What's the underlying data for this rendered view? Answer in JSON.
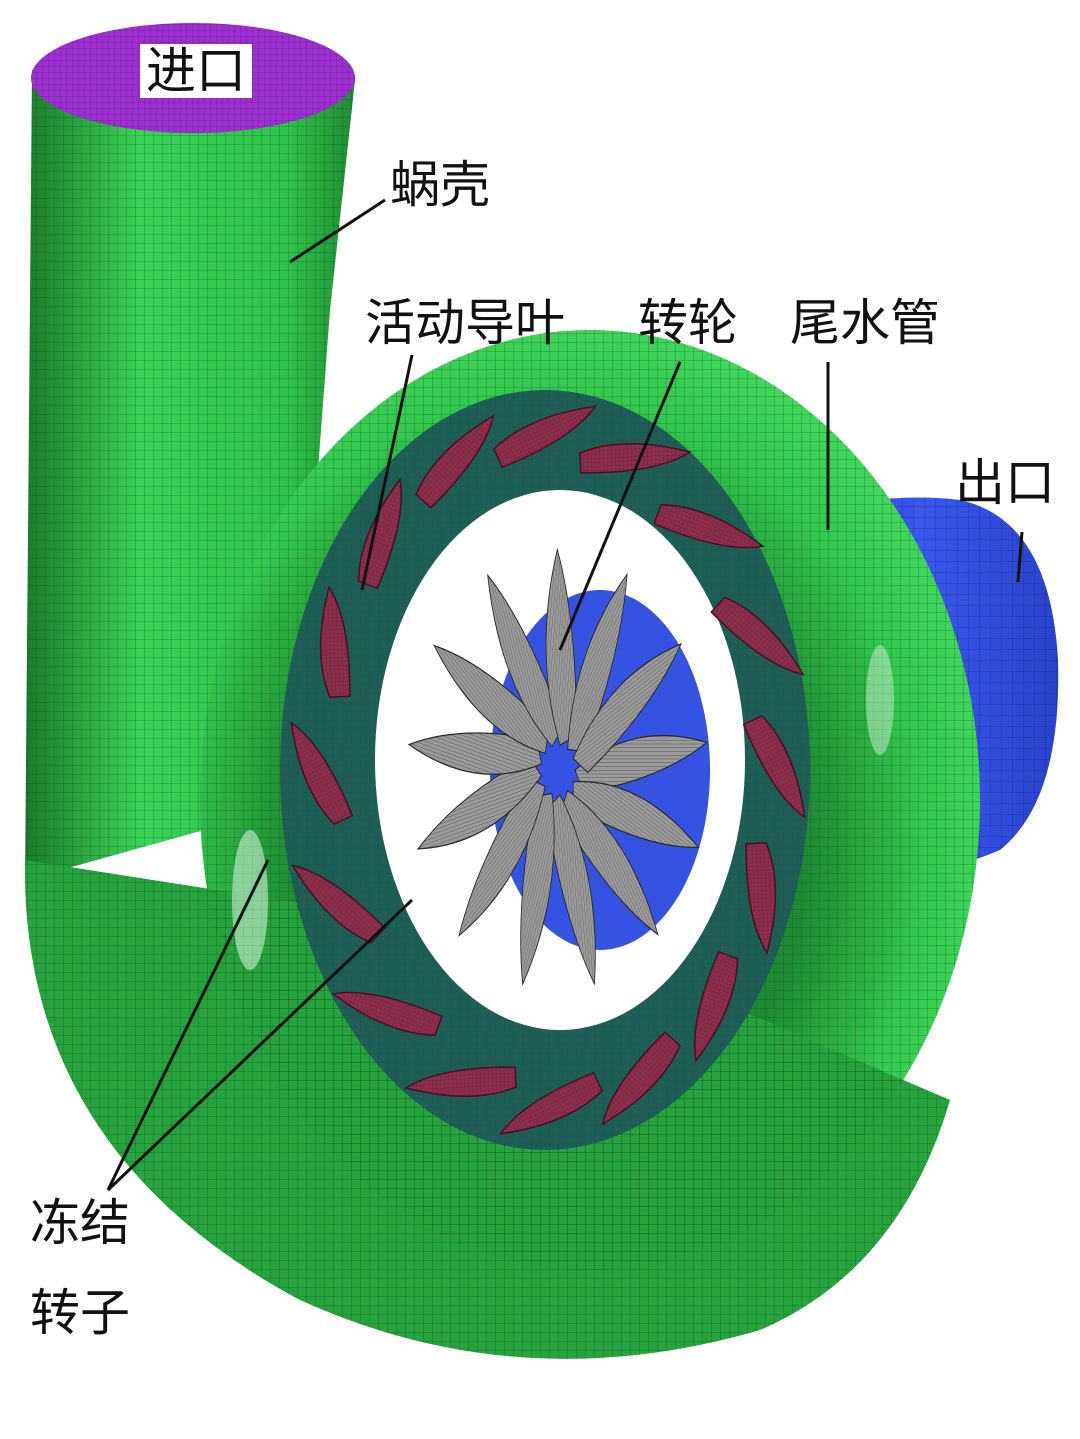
{
  "labels": {
    "inlet": "进口",
    "volute": "蜗壳",
    "guide_vanes": "活动导叶",
    "runner": "转轮",
    "draft_tube": "尾水管",
    "outlet": "出口",
    "frozen_rotor_line1": "冻结",
    "frozen_rotor_line2": "转子"
  },
  "colors": {
    "volute": "#2fc24a",
    "inlet_face": "#9b2fcf",
    "draft_tube": "#3552e0",
    "guide_vane": "#8c2f4d",
    "stay_ring": "#1f5e57",
    "runner_blade": "#9a9a9a",
    "leader_line": "#111111"
  },
  "guide_vane_count": 16,
  "runner_blade_count": 13
}
